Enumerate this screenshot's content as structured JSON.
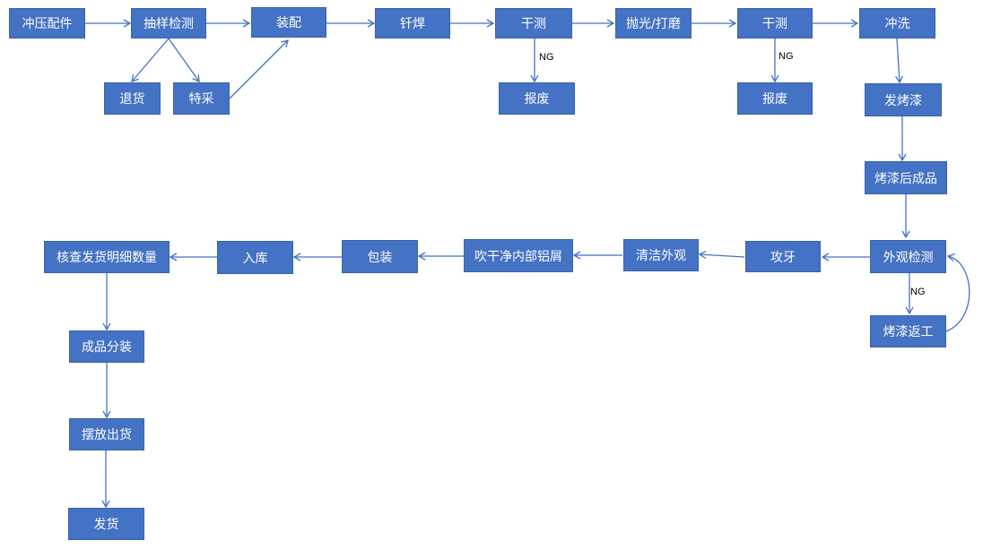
{
  "steps": {
    "s1": "冲压配件",
    "s2": "抽样检测",
    "s3": "装配",
    "s4": "钎焊",
    "s5": "干测",
    "s6": "抛光/打磨",
    "s7": "干测",
    "s8": "冲洗",
    "s9": "发烤漆",
    "s10": "烤漆后成品",
    "s11": "外观检测",
    "s12": "攻牙",
    "s13": "清洁外观",
    "s14": "吹干净内部铝屑",
    "s15": "包装",
    "s16": "入库",
    "s17": "核查发货明细数量",
    "s18": "成品分装",
    "s19": "摆放出货",
    "s20": "发货",
    "r1": "退货",
    "r2": "特采",
    "r3": "报废",
    "r4": "报废",
    "r5": "烤漆返工"
  },
  "ng_labels": {
    "ng1": "NG",
    "ng2": "NG",
    "ng3": "NG"
  },
  "colors": {
    "box_fill": "#4472c4",
    "arrow": "#4472c4",
    "text": "#ffffff"
  }
}
